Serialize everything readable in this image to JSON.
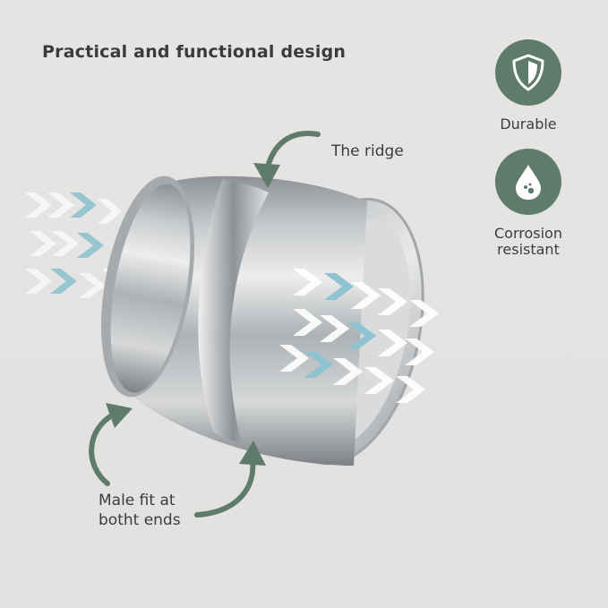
{
  "title": "Practical and functional design",
  "features": [
    {
      "label": "Durable",
      "icon": "shield-icon"
    },
    {
      "label": "Corrosion resistant",
      "label_line1": "Corrosion",
      "label_line2": "resistant",
      "icon": "droplet-icon"
    }
  ],
  "callouts": {
    "ridge": "The ridge",
    "male_fit_line1": "Male fit at",
    "male_fit_line2": "botht ends"
  },
  "colors": {
    "badge": "#5f7b6b",
    "arrow": "#5f7b6b",
    "chevron_blue": "#8fc3cf",
    "chevron_white": "#ffffff",
    "text": "#3d3d3d"
  }
}
